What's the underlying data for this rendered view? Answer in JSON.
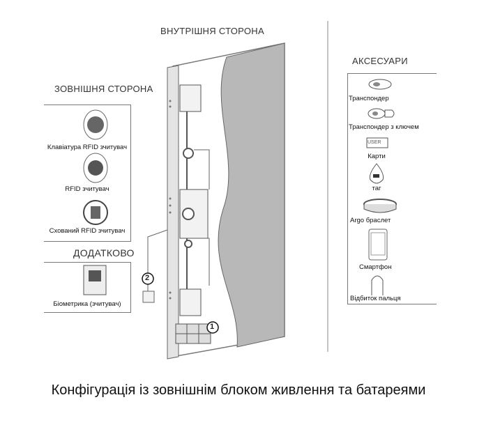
{
  "headings": {
    "inside": "ВНУТРІШНЯ СТОРОНА",
    "outside": "ЗОВНІШНЯ СТОРОНА",
    "additional": "ДОДАТКОВО",
    "accessories": "АКСЕСУАРИ"
  },
  "outside_items": [
    "Клавіатура RFID зчитувач",
    "RFID зчитувач",
    "Схований RFID зчитувач"
  ],
  "additional_items": [
    "Біометрика (зчитувач)"
  ],
  "accessories": [
    "Транспондер",
    "Транспондер з ключем",
    "Карти",
    "таг",
    "Argo браслет",
    "Смартфон",
    "Відбиток пальця"
  ],
  "card_text": "USER",
  "markers": [
    "1",
    "2"
  ],
  "caption": "Конфігурація із зовнішнім блоком живлення та батареями"
}
